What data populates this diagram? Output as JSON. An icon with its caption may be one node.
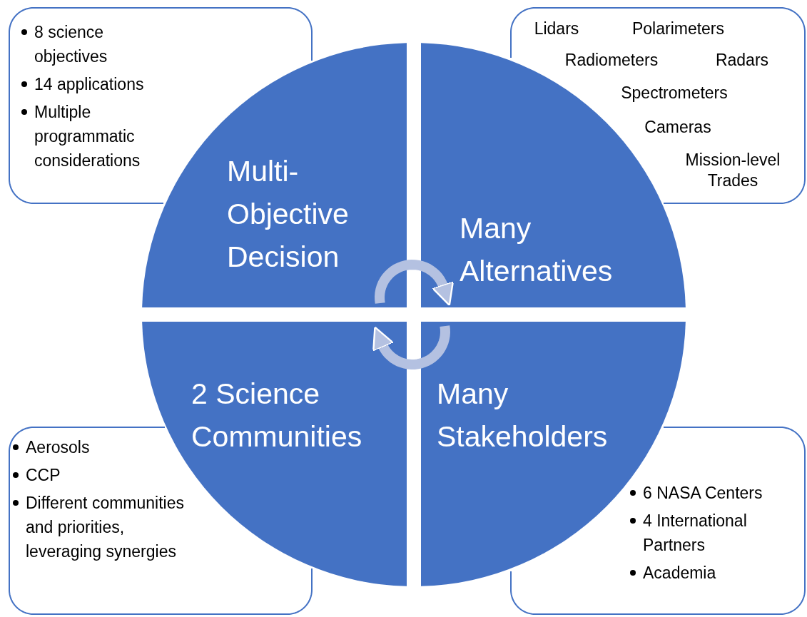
{
  "diagram": {
    "nodes": [
      {
        "text": [
          "8 science objectives",
          "14 applications",
          "Multiple programmatic considerations"
        ]
      },
      {
        "text": [
          "Lidars",
          "Polarimeters",
          "Radiometers",
          "Radars",
          "Spectrometers",
          "Cameras",
          "Mission-level Trades"
        ]
      },
      {
        "text": [
          "Multi- Objective Decision"
        ]
      },
      {
        "text": [
          "Many Alternatives"
        ]
      },
      {
        "text": [
          "2 Science Communities"
        ]
      },
      {
        "text": [
          "Many Stakeholders"
        ]
      },
      {
        "text": [
          "Aerosols",
          "CCP",
          "Different communities and priorities, leveraging synergies"
        ]
      },
      {
        "text": [
          "6 NASA Centers",
          "4 International Partners",
          "Academia"
        ]
      }
    ],
    "edges": [
      {
        "from": 2,
        "to": 3,
        "arrow": "to"
      },
      {
        "from": 5,
        "to": 4,
        "arrow": "to"
      }
    ]
  }
}
